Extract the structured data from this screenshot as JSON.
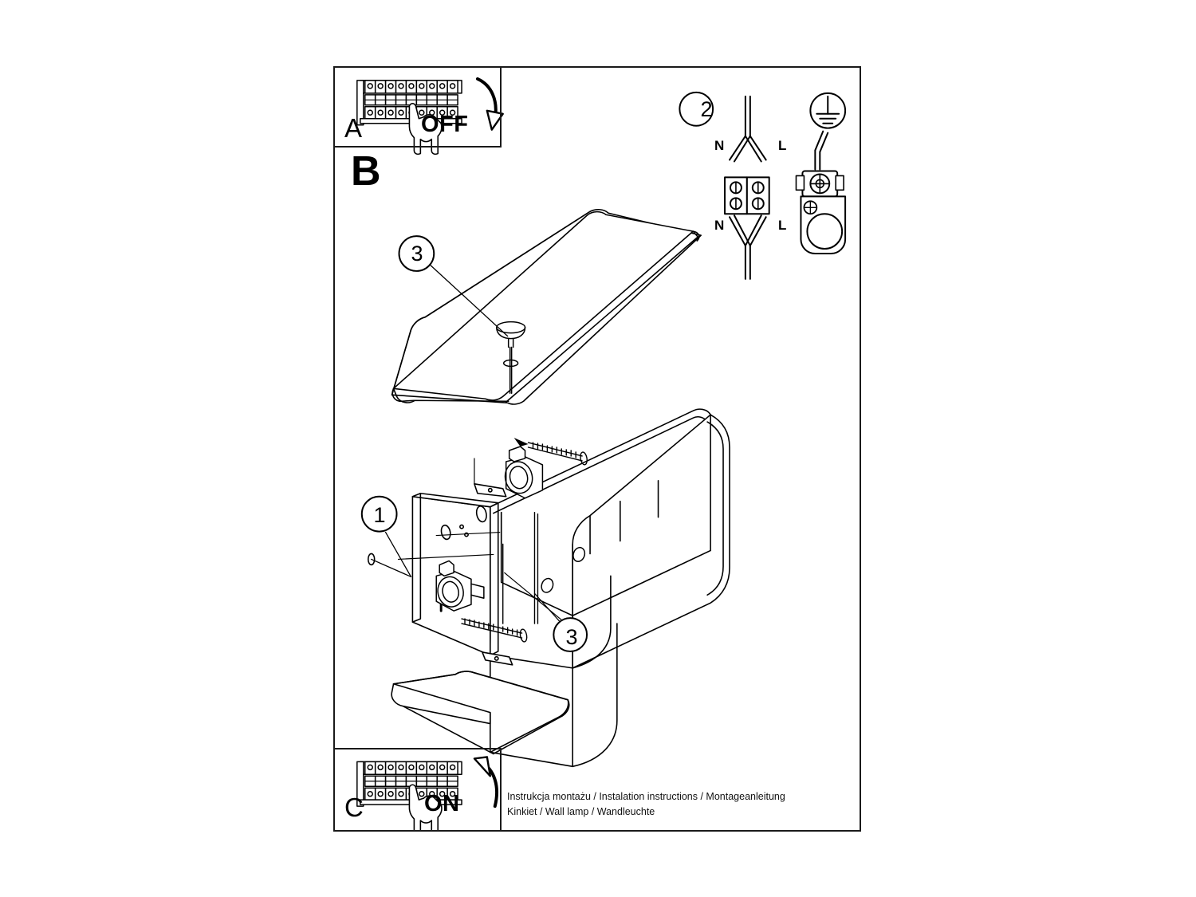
{
  "document": {
    "type": "assembly-instruction-sheet",
    "caption_line1": "Instrukcja montażu / Instalation instructions / Montageanleitung",
    "caption_line2": "Kinkiet  / Wall lamp / Wandleuchte"
  },
  "panels": {
    "a": {
      "letter": "A",
      "action_label": "OFF",
      "icons": [
        "circuit-breaker-panel-icon",
        "hand-pointing-icon",
        "arrow-down-icon"
      ]
    },
    "c": {
      "letter": "C",
      "action_label": "ON",
      "icons": [
        "circuit-breaker-panel-icon",
        "hand-pointing-icon",
        "arrow-up-icon"
      ]
    },
    "b": {
      "letter": "B",
      "icons": [
        "wall-lamp-exploded-view-icon"
      ]
    }
  },
  "steps": [
    {
      "id": "2",
      "label": "2",
      "icons": [
        "terminal-block-icon",
        "earth-symbol-icon",
        "ground-clamp-icon"
      ]
    }
  ],
  "callouts": [
    {
      "id": "c1",
      "label": "1",
      "target": "mounting-plate"
    },
    {
      "id": "c3top",
      "label": "3",
      "target": "top-diffuser-screw"
    },
    {
      "id": "c3bottom",
      "label": "3",
      "target": "bottom-diffuser"
    }
  ],
  "wiring": {
    "terminal_labels_top": [
      "N",
      "L"
    ],
    "terminal_labels_bottom": [
      "N",
      "L"
    ]
  },
  "colors": {
    "line": "#000000",
    "border": "#1a1a1a",
    "paper": "#ffffff",
    "shade": "#f2f2f2"
  }
}
